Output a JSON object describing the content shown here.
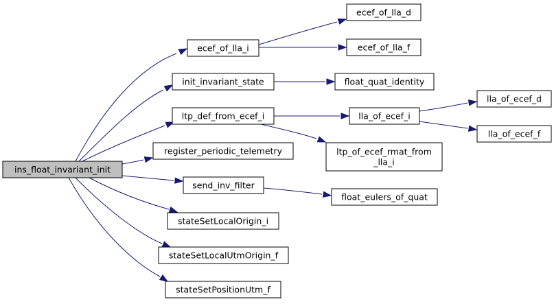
{
  "graph": {
    "colors": {
      "edge": "#191970",
      "node_border": "#000000",
      "node_fill": "#ffffff",
      "root_fill": "#bfbfbf"
    },
    "nodes": [
      {
        "id": "ins_float_invariant_init",
        "lines": [
          "ins_float_invariant_init"
        ],
        "root": true
      },
      {
        "id": "ecef_of_lla_i",
        "lines": [
          "ecef_of_lla_i"
        ]
      },
      {
        "id": "ecef_of_lla_d",
        "lines": [
          "ecef_of_lla_d"
        ]
      },
      {
        "id": "ecef_of_lla_f",
        "lines": [
          "ecef_of_lla_f"
        ]
      },
      {
        "id": "init_invariant_state",
        "lines": [
          "init_invariant_state"
        ]
      },
      {
        "id": "float_quat_identity",
        "lines": [
          "float_quat_identity"
        ]
      },
      {
        "id": "ltp_def_from_ecef_i",
        "lines": [
          "ltp_def_from_ecef_i"
        ]
      },
      {
        "id": "lla_of_ecef_i",
        "lines": [
          "lla_of_ecef_i"
        ]
      },
      {
        "id": "lla_of_ecef_d",
        "lines": [
          "lla_of_ecef_d"
        ]
      },
      {
        "id": "lla_of_ecef_f",
        "lines": [
          "lla_of_ecef_f"
        ]
      },
      {
        "id": "ltp_of_ecef_rmat_from_lla_i",
        "lines": [
          "ltp_of_ecef_rmat_from",
          "_lla_i"
        ]
      },
      {
        "id": "register_periodic_telemetry",
        "lines": [
          "register_periodic_telemetry"
        ]
      },
      {
        "id": "send_inv_filter",
        "lines": [
          "send_inv_filter"
        ]
      },
      {
        "id": "float_eulers_of_quat",
        "lines": [
          "float_eulers_of_quat"
        ]
      },
      {
        "id": "stateSetLocalOrigin_i",
        "lines": [
          "stateSetLocalOrigin_i"
        ]
      },
      {
        "id": "stateSetLocalUtmOrigin_f",
        "lines": [
          "stateSetLocalUtmOrigin_f"
        ]
      },
      {
        "id": "stateSetPositionUtm_f",
        "lines": [
          "stateSetPositionUtm_f"
        ]
      }
    ],
    "edges": [
      {
        "from": "ins_float_invariant_init",
        "to": "ecef_of_lla_i"
      },
      {
        "from": "ins_float_invariant_init",
        "to": "init_invariant_state"
      },
      {
        "from": "ins_float_invariant_init",
        "to": "ltp_def_from_ecef_i"
      },
      {
        "from": "ins_float_invariant_init",
        "to": "register_periodic_telemetry"
      },
      {
        "from": "ins_float_invariant_init",
        "to": "send_inv_filter"
      },
      {
        "from": "ins_float_invariant_init",
        "to": "stateSetLocalOrigin_i"
      },
      {
        "from": "ins_float_invariant_init",
        "to": "stateSetLocalUtmOrigin_f"
      },
      {
        "from": "ins_float_invariant_init",
        "to": "stateSetPositionUtm_f"
      },
      {
        "from": "ecef_of_lla_i",
        "to": "ecef_of_lla_d"
      },
      {
        "from": "ecef_of_lla_i",
        "to": "ecef_of_lla_f"
      },
      {
        "from": "init_invariant_state",
        "to": "float_quat_identity"
      },
      {
        "from": "ltp_def_from_ecef_i",
        "to": "lla_of_ecef_i"
      },
      {
        "from": "ltp_def_from_ecef_i",
        "to": "ltp_of_ecef_rmat_from_lla_i"
      },
      {
        "from": "lla_of_ecef_i",
        "to": "lla_of_ecef_d"
      },
      {
        "from": "lla_of_ecef_i",
        "to": "lla_of_ecef_f"
      },
      {
        "from": "send_inv_filter",
        "to": "float_eulers_of_quat"
      }
    ]
  }
}
